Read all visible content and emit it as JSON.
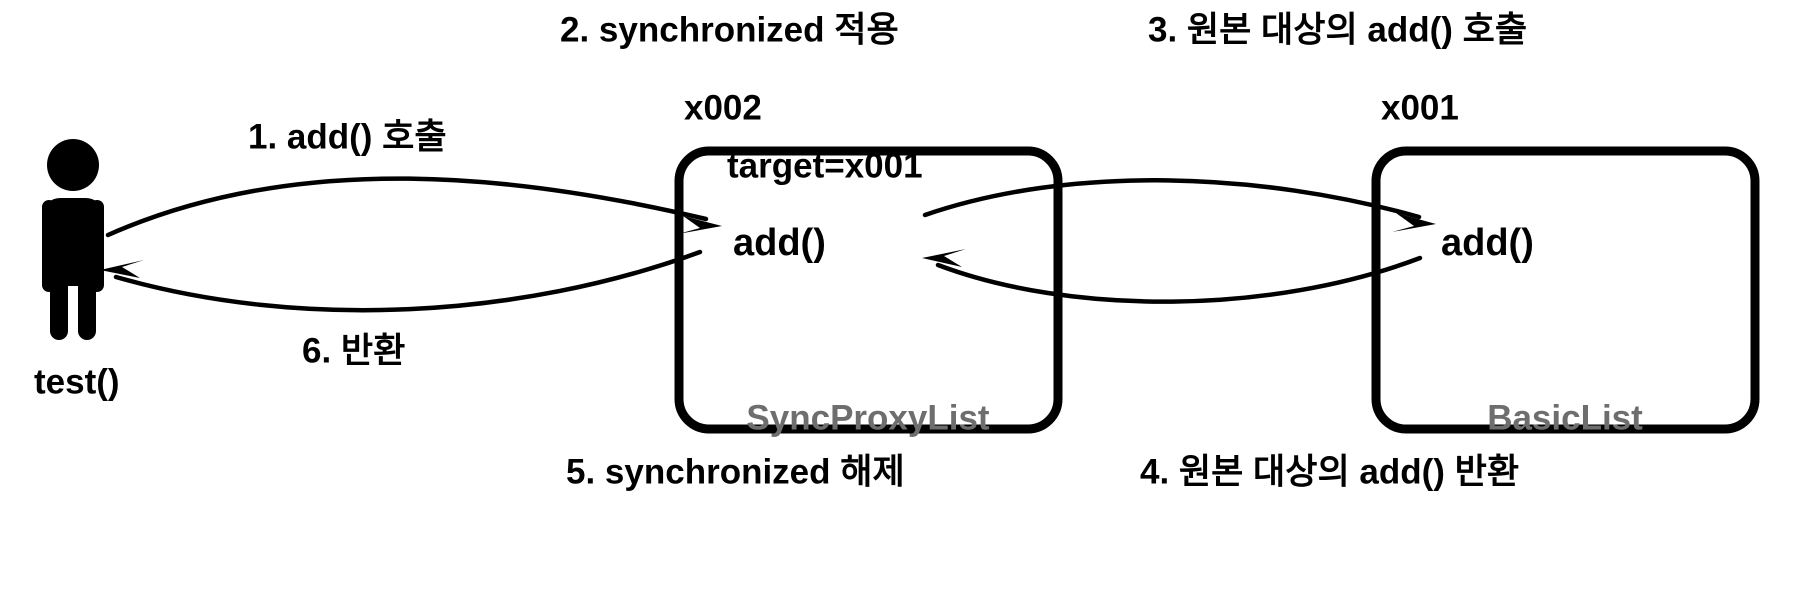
{
  "diagram": {
    "title": "SyncProxyList proxy call flow",
    "background_color": "#ffffff",
    "line_color": "#000000",
    "class_label_color": "#6e6e6e",
    "actor": {
      "name": "stick-figure-actor",
      "label": "test()"
    },
    "objects": [
      {
        "id_label": "x002",
        "field": "target=x001",
        "method": "add()",
        "class_name": "SyncProxyList"
      },
      {
        "id_label": "x001",
        "field": "",
        "method": "add()",
        "class_name": "BasicList"
      }
    ],
    "steps": [
      {
        "number": "1",
        "label": "1. add() 호출"
      },
      {
        "number": "2",
        "label": "2. synchronized 적용"
      },
      {
        "number": "3",
        "label": "3. 원본 대상의 add() 호출"
      },
      {
        "number": "4",
        "label": "4. 원본 대상의 add() 반환"
      },
      {
        "number": "5",
        "label": "5. synchronized 해제"
      },
      {
        "number": "6",
        "label": "6. 반환"
      }
    ]
  }
}
